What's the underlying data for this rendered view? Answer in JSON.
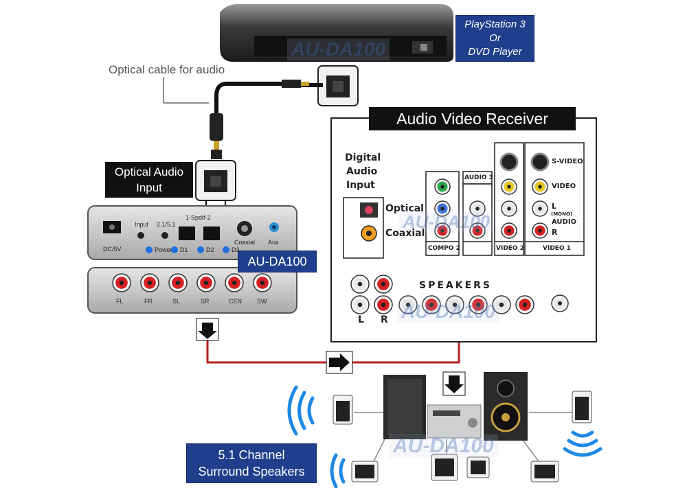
{
  "labels": {
    "cable": "Optical cable for audio",
    "source_lines": [
      "PlayStation 3",
      "Or",
      "DVD Player"
    ],
    "receiver": "Audio Video Receiver",
    "optical_input": [
      "Optical Audio",
      "Input"
    ],
    "device": "AU-DA100",
    "speakers": [
      "5.1 Channel",
      "Surround Speakers"
    ]
  },
  "watermark": "AU-DA100",
  "converter": {
    "top_labels": {
      "power_in": "DC/5V",
      "input": "Input",
      "mode": "2.1/5.1",
      "spdif": "1-Spdif-2",
      "coaxial": "Coaxial",
      "aux": "Aux"
    },
    "leds": [
      "Power",
      "D1",
      "D2",
      "D3"
    ],
    "outputs": [
      "FL",
      "FR",
      "SL",
      "SR",
      "CEN",
      "SW"
    ]
  },
  "receiver_panel": {
    "digital_audio_input": [
      "Digital",
      "Audio",
      "Input"
    ],
    "optical": "Optical",
    "coaxial": "Coaxial",
    "groups": [
      "COMPO 2",
      "AUDIO 3",
      "VIDEO 2",
      "VIDEO 1"
    ],
    "video1_labels": {
      "svideo": "S-VIDEO",
      "video": "VIDEO",
      "left": "L",
      "mono": "(MONO)",
      "audio": "AUDIO",
      "right": "R"
    },
    "speakers_label": "SPEAKERS",
    "l": "L",
    "r": "R"
  },
  "colors": {
    "label_blue": "#1f3f8c",
    "label_black": "#111111",
    "cable_red": "#b22020",
    "wave_blue": "#1e88e5"
  },
  "icons": [
    "arrow-down-icon",
    "arrow-right-icon",
    "arrow-down-icon",
    "wifi-wave-icon"
  ]
}
